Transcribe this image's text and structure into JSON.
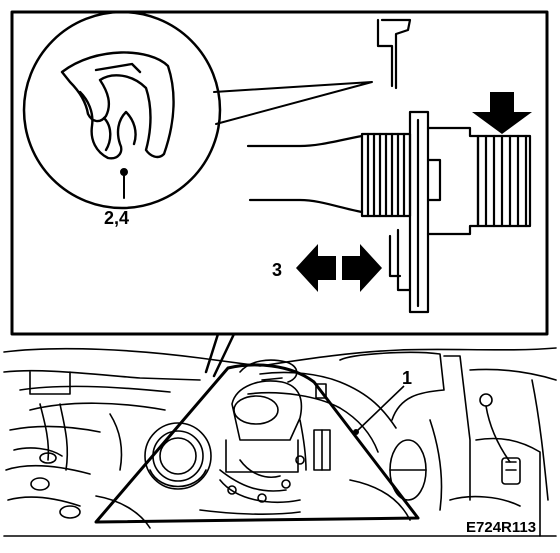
{
  "figure": {
    "callouts": {
      "clip_ref": "2,4",
      "move_ref": "3",
      "hose_ref": "1"
    },
    "image_code": "E724R113",
    "colors": {
      "ink": "#000000",
      "paper": "#ffffff"
    },
    "icons": [
      "push-arrow-down-icon",
      "arrow-left-icon",
      "arrow-right-icon"
    ]
  }
}
